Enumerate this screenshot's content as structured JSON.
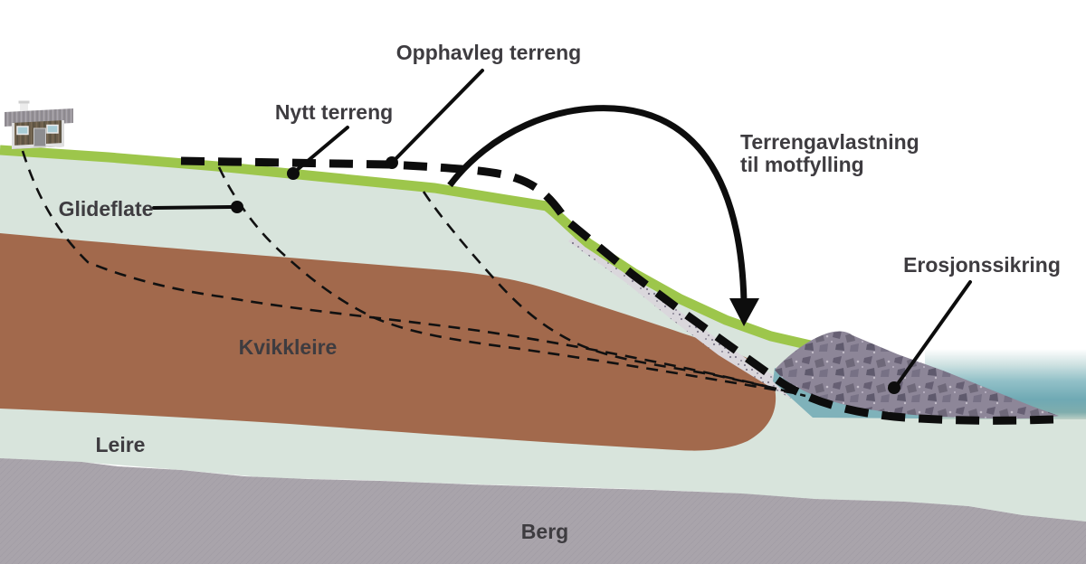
{
  "diagram": {
    "callouts": {
      "opphavleg_terreng": "Opphavleg terreng",
      "nytt_terreng": "Nytt terreng",
      "glideflate": "Glideflate",
      "terrengavlastning": {
        "line1": "Terrengavlastning",
        "line2": "til motfylling"
      },
      "erosjonssikring": "Erosjonssikring"
    },
    "layers": {
      "kvikkleire": "Kvikkleire",
      "leire": "Leire",
      "berg": "Berg"
    }
  },
  "colors": {
    "background": "#ffffff",
    "terrain_green": "#9dc64b",
    "clay_light": "#d8e4dc",
    "quick_clay_brown": "#a2694c",
    "bedrock_gray": "#a9a4ab",
    "water_teal": "#6fa9b5",
    "water_shallow": "#7fb2ba",
    "rock_fill_gray": "#8d8698",
    "gravel_band": "#dad7dc",
    "line_black": "#111111",
    "label_text": "#3e3c40"
  }
}
